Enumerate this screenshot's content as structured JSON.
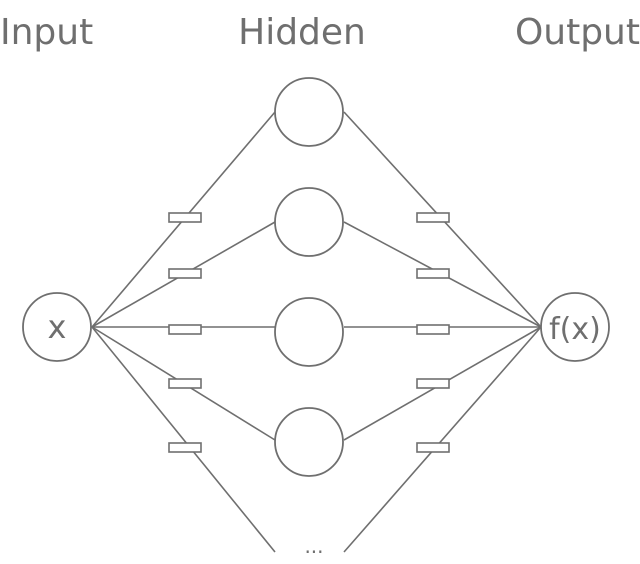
{
  "titles": {
    "input": "Input",
    "hidden": "Hidden",
    "output": "Output"
  },
  "nodes": {
    "input_label": "x",
    "output_label": "f(x)",
    "ellipsis": "..."
  },
  "colors": {
    "stroke": "#6f6f6f",
    "background": "#ffffff"
  }
}
